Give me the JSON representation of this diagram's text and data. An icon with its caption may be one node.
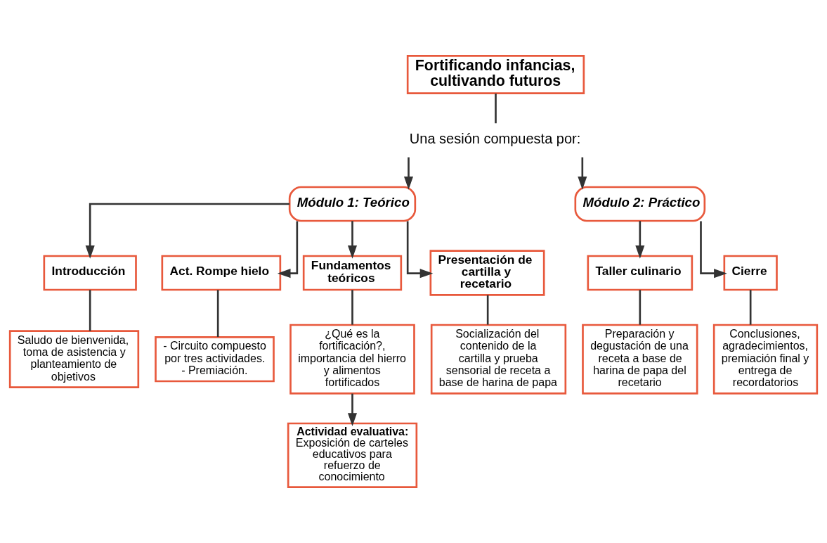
{
  "diagram": {
    "nodes": [
      {
        "text": [
          "Fortificando infancias, cultivando futuros"
        ]
      },
      {
        "text": [
          "Una sesión compuesta por:"
        ]
      },
      {
        "text": [
          "Módulo 1: Teórico"
        ]
      },
      {
        "text": [
          "Módulo 2: Práctico"
        ]
      },
      {
        "text": [
          "Introducción"
        ]
      },
      {
        "text": [
          "Act. Rompe hielo"
        ]
      },
      {
        "text": [
          "Fundamentos teóricos"
        ]
      },
      {
        "text": [
          "Presentación de cartilla y recetario"
        ]
      },
      {
        "text": [
          "Saludo de bienvenida, toma de asistencia y planteamiento de objetivos"
        ]
      },
      {
        "text": [
          "- Circuito compuesto por tres actividades. - Premiación."
        ]
      },
      {
        "text": [
          "¿Qué es la fortificación?, importancia del hierro y alimentos fortificados"
        ]
      },
      {
        "text": [
          "Socialización del contenido de la cartilla y prueba sensorial de receta a base de harina de papa"
        ]
      },
      {
        "text": [
          "Actividad evaluativa:",
          "Exposición de carteles educativos para refuerzo de conocimiento"
        ]
      },
      {
        "text": [
          "Taller culinario"
        ]
      },
      {
        "text": [
          "Cierre"
        ]
      },
      {
        "text": [
          "Preparación y degustación de una receta a base de harina de papa del recetario"
        ]
      },
      {
        "text": [
          "Conclusiones, agradecimientos, premiación final y entrega de recordatorios"
        ]
      }
    ],
    "edges": [
      {
        "from": 0,
        "to": 1,
        "arrow": "none"
      },
      {
        "from": 1,
        "to": 2,
        "arrow": "to"
      },
      {
        "from": 1,
        "to": 3,
        "arrow": "to"
      },
      {
        "from": 2,
        "to": 4,
        "arrow": "to"
      },
      {
        "from": 2,
        "to": 5,
        "arrow": "to"
      },
      {
        "from": 2,
        "to": 6,
        "arrow": "to"
      },
      {
        "from": 2,
        "to": 7,
        "arrow": "to"
      },
      {
        "from": 4,
        "to": 8,
        "arrow": "none"
      },
      {
        "from": 5,
        "to": 9,
        "arrow": "none"
      },
      {
        "from": 6,
        "to": 10,
        "arrow": "none"
      },
      {
        "from": 7,
        "to": 11,
        "arrow": "none"
      },
      {
        "from": 10,
        "to": 12,
        "arrow": "to"
      },
      {
        "from": 3,
        "to": 13,
        "arrow": "to"
      },
      {
        "from": 3,
        "to": 14,
        "arrow": "to"
      },
      {
        "from": 13,
        "to": 15,
        "arrow": "none"
      },
      {
        "from": 14,
        "to": 16,
        "arrow": "none"
      }
    ]
  }
}
